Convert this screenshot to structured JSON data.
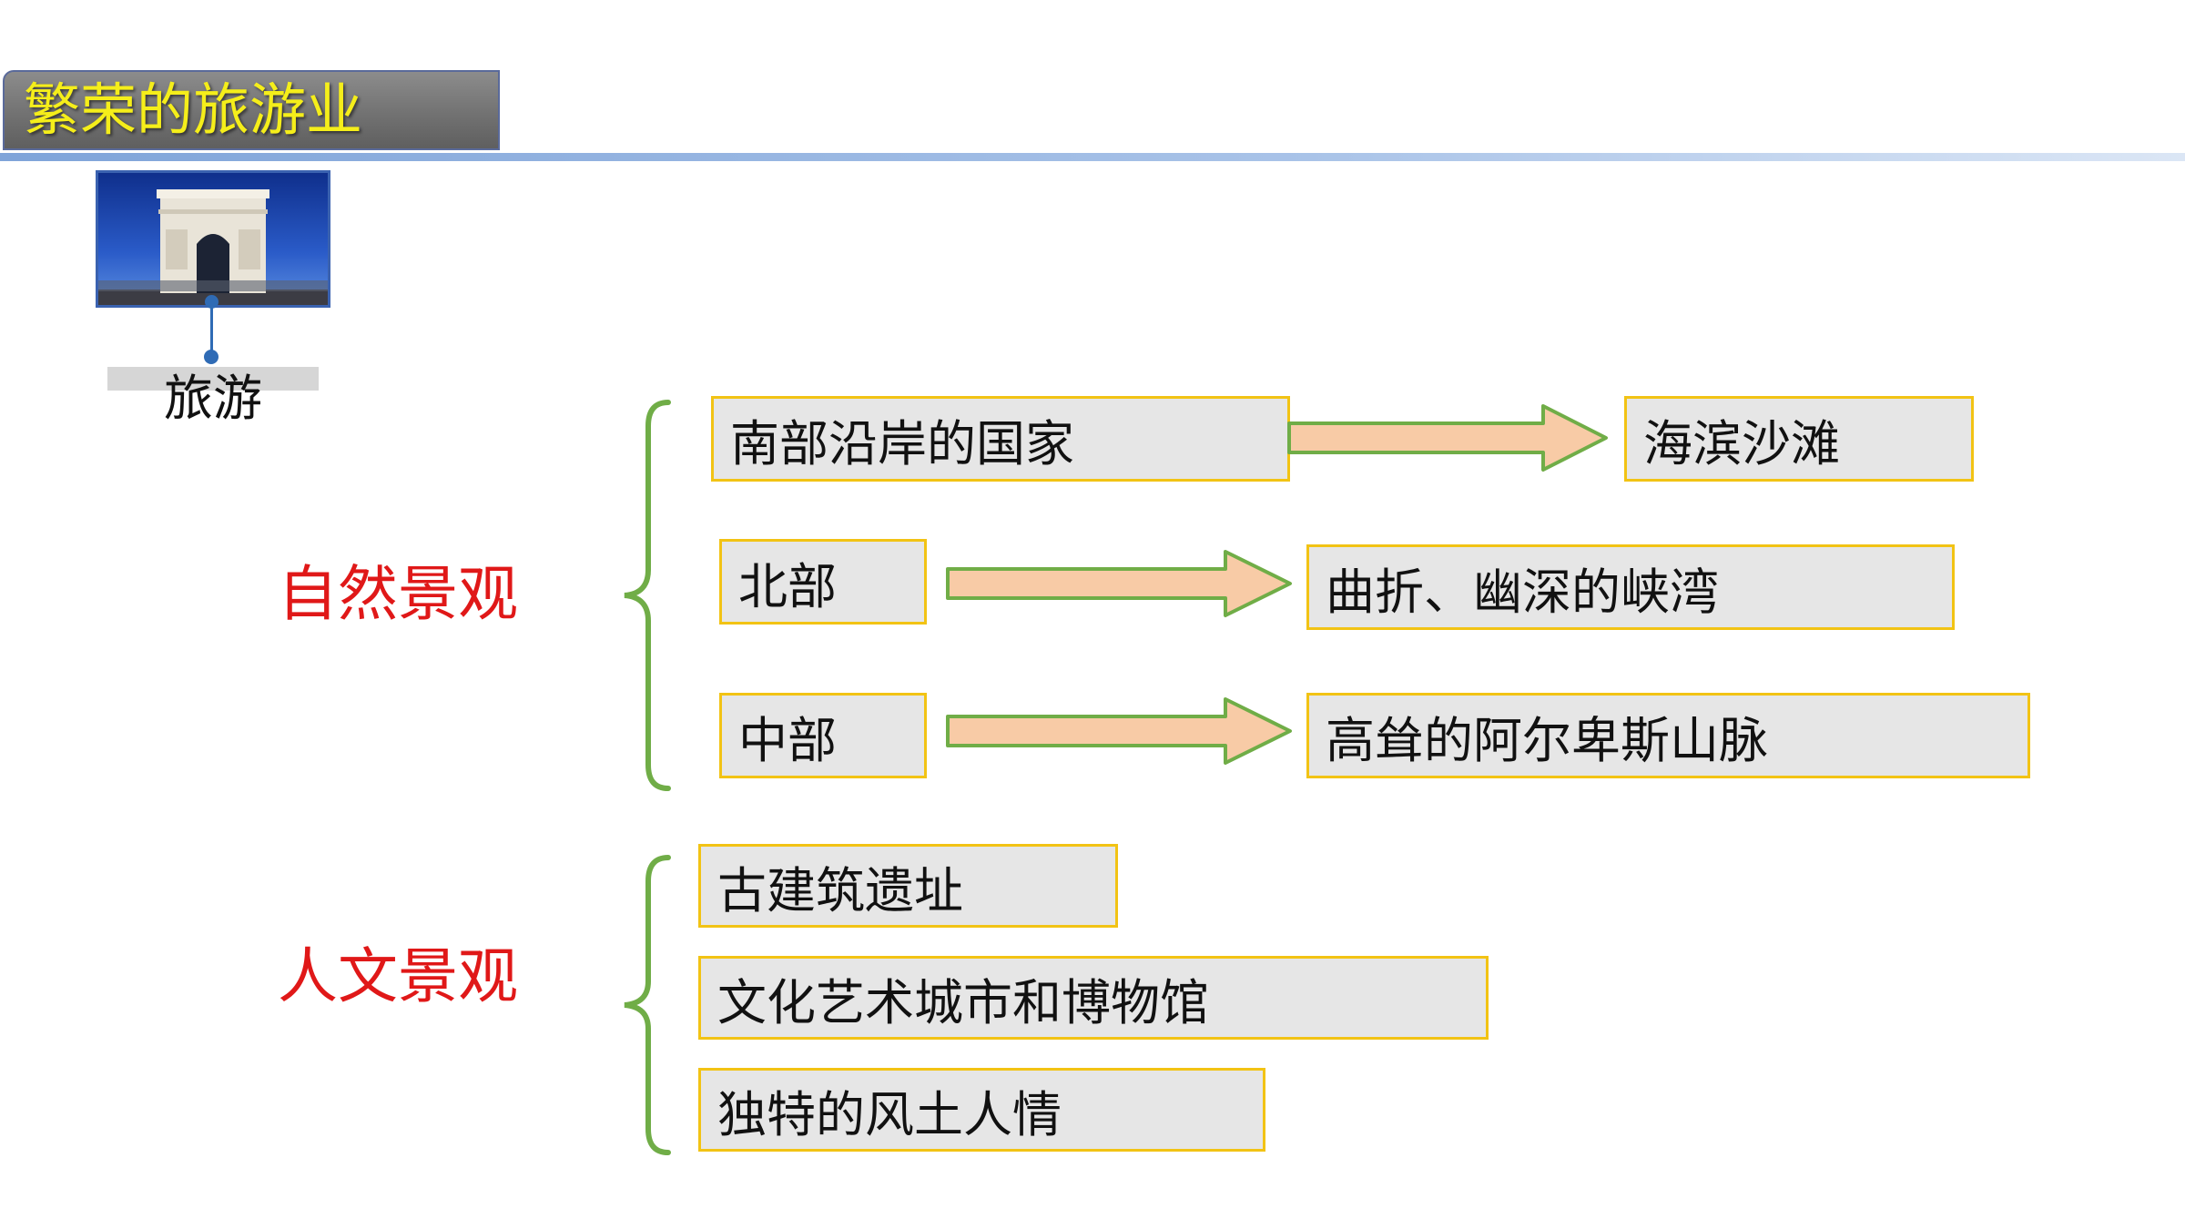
{
  "header": {
    "title": "繁荣的旅游业"
  },
  "photo": {
    "label": "旅游"
  },
  "natural": {
    "label": "自然景观",
    "rows": [
      {
        "region": "南部沿岸的国家",
        "feature": "海滨沙滩"
      },
      {
        "region": "北部",
        "feature": "曲折、幽深的峡湾"
      },
      {
        "region": "中部",
        "feature": "高耸的阿尔卑斯山脉"
      }
    ]
  },
  "cultural": {
    "label": "人文景观",
    "items": [
      "古建筑遗址",
      "文化艺术城市和博物馆",
      "独特的风土人情"
    ]
  },
  "colors": {
    "title_text": "#f5ee1a",
    "category_text": "#e01818",
    "box_border": "#f2c314",
    "box_fill": "#e6e6e6",
    "arrow_fill": "#f8cba6",
    "arrow_border": "#70ad47",
    "brace": "#70ad47"
  }
}
